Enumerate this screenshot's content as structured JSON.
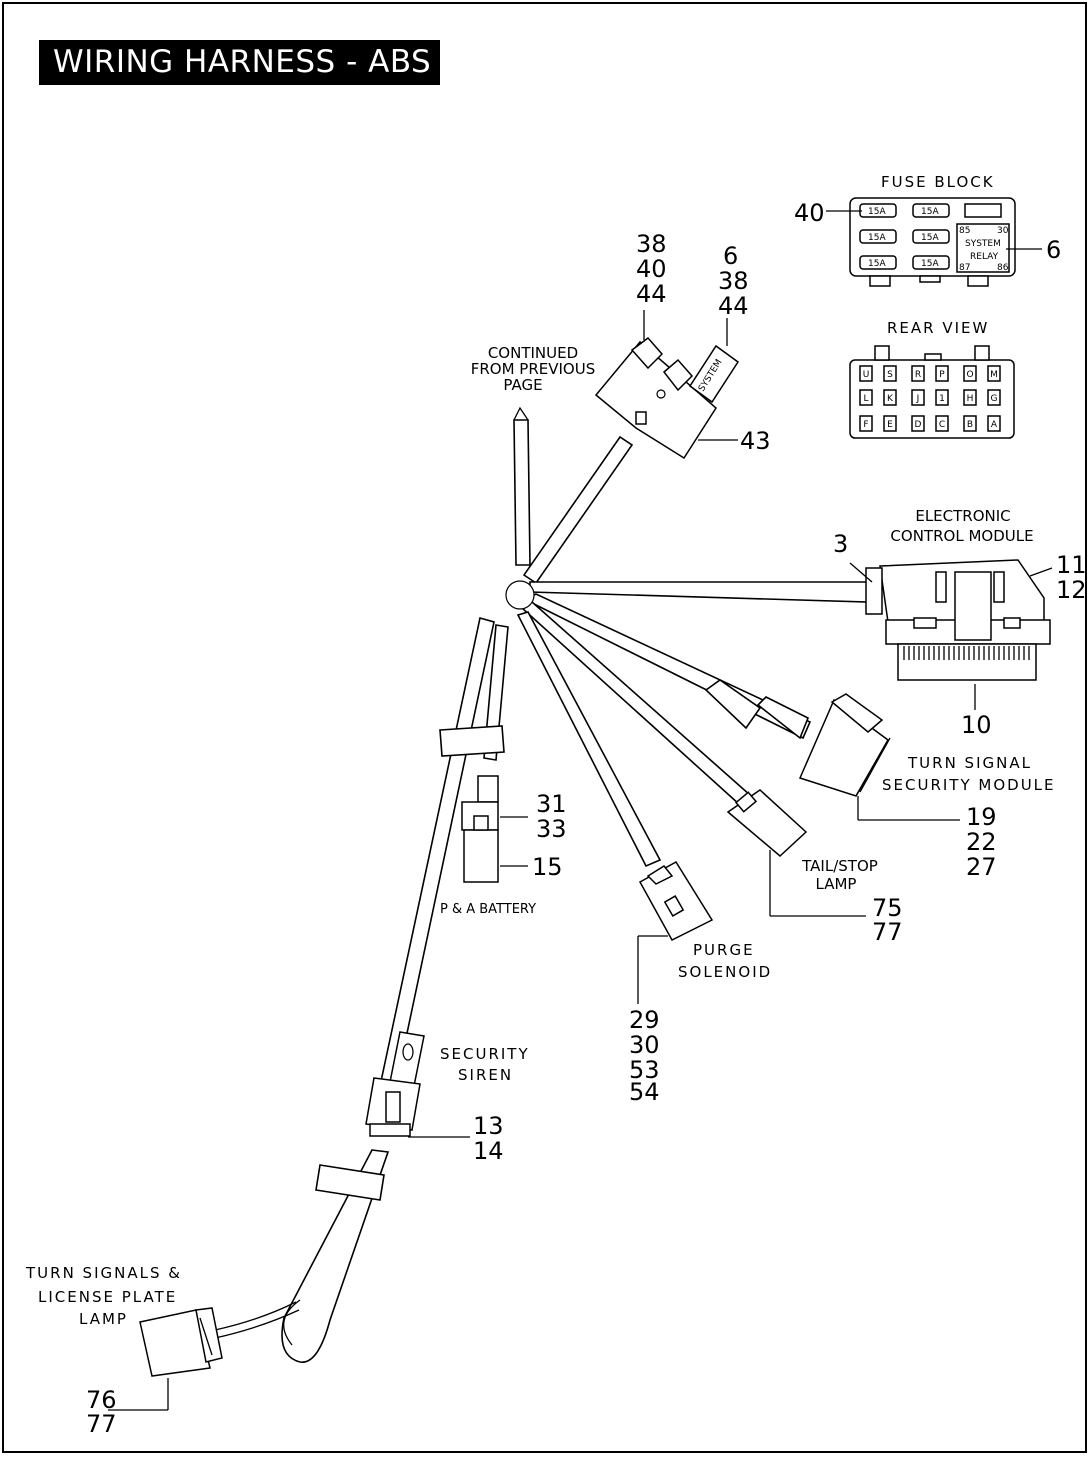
{
  "title": "WIRING HARNESS - ABS",
  "labels": {
    "fuse_block": "FUSE BLOCK",
    "rear_view": "REAR VIEW",
    "system_relay_line1": "SYSTEM",
    "system_relay_line2": "RELAY",
    "continued_line1": "CONTINUED",
    "continued_line2": "FROM PREVIOUS",
    "continued_line3": "PAGE",
    "system_tag": "SYSTEM",
    "ecm_line1": "ELECTRONIC",
    "ecm_line2": "CONTROL MODULE",
    "tssm_line1": "TURN SIGNAL",
    "tssm_line2": "SECURITY MODULE",
    "tail_line1": "TAIL/STOP",
    "tail_line2": "LAMP",
    "purge_line1": "PURGE",
    "purge_line2": "SOLENOID",
    "battery": "P & A BATTERY",
    "siren_line1": "SECURITY",
    "siren_line2": "SIREN",
    "ts_line1": "TURN SIGNALS &",
    "ts_line2": "LICENSE PLATE",
    "ts_line3": "LAMP"
  },
  "fuses": [
    "15A",
    "15A",
    "15A",
    "15A",
    "15A",
    "15A"
  ],
  "relay_pins": [
    "85",
    "30",
    "87",
    "86"
  ],
  "rear_view_pins": [
    [
      "U",
      "S",
      "R",
      "P",
      "O",
      "M"
    ],
    [
      "L",
      "K",
      "J",
      "1",
      "H",
      "G"
    ],
    [
      "F",
      "E",
      "D",
      "C",
      "B",
      "A"
    ]
  ],
  "callouts": {
    "fb_left": [
      "40"
    ],
    "fb_right": [
      "6"
    ],
    "conn_a": [
      "38",
      "40",
      "44"
    ],
    "conn_b": [
      "6",
      "38",
      "44"
    ],
    "conn_43": [
      "43"
    ],
    "ecm_3": [
      "3"
    ],
    "ecm_11_12": [
      "11",
      "12"
    ],
    "ecm_10": [
      "10"
    ],
    "tssm": [
      "19",
      "22",
      "27"
    ],
    "tail": [
      "75",
      "77"
    ],
    "purge": [
      "29",
      "30",
      "53",
      "54"
    ],
    "battery_a": [
      "31",
      "33"
    ],
    "battery_b": [
      "15"
    ],
    "siren": [
      "13",
      "14"
    ],
    "turn": [
      "76",
      "77"
    ]
  }
}
